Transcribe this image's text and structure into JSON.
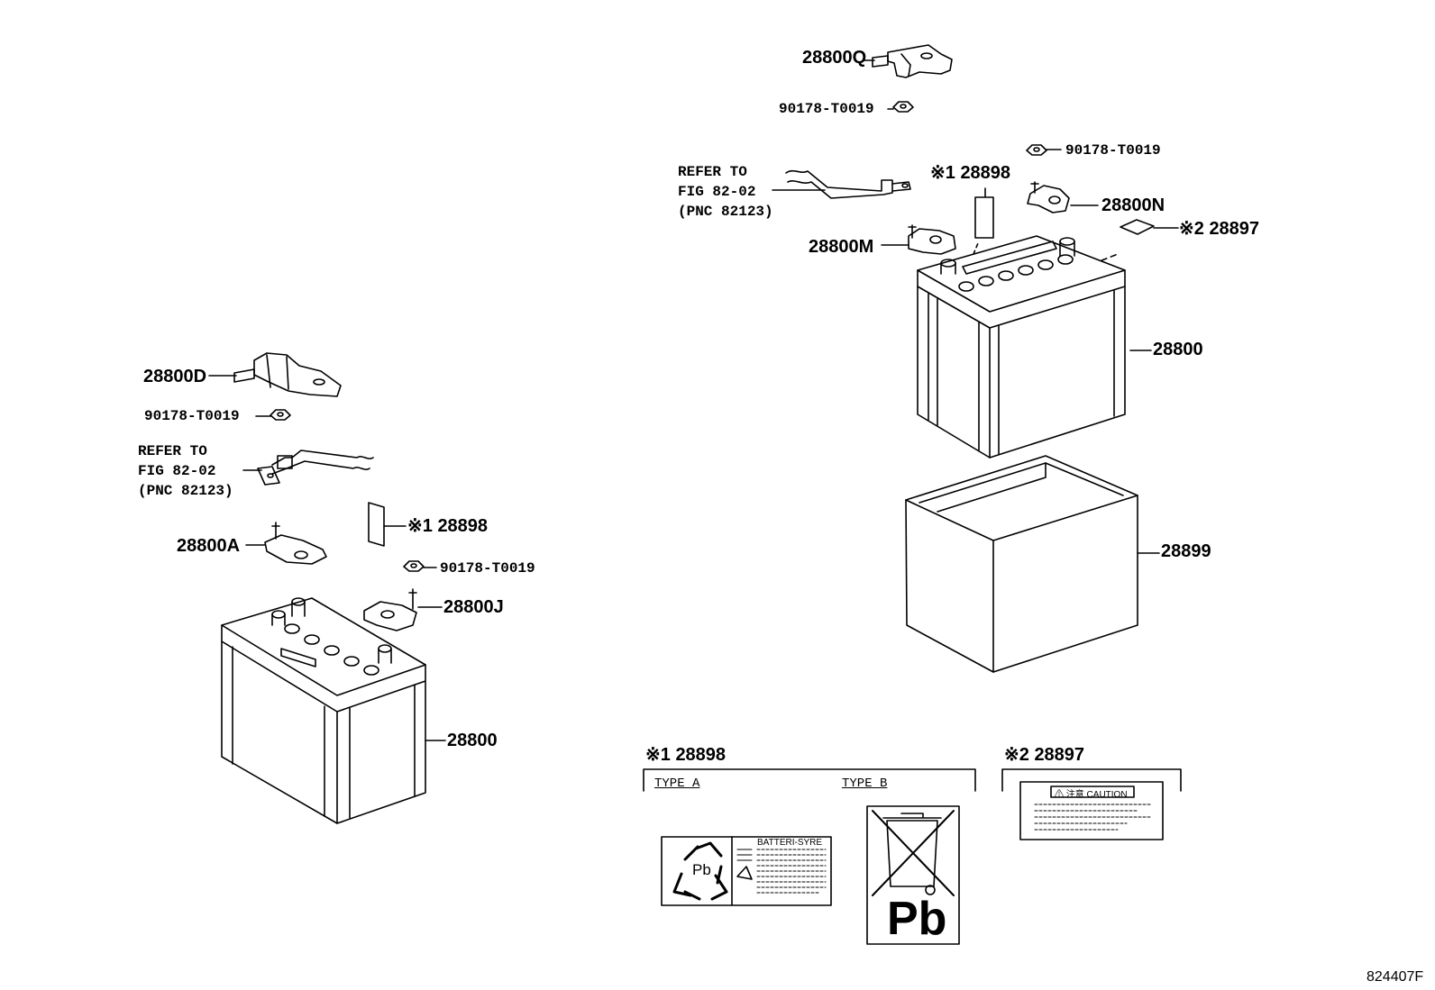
{
  "part_labels": {
    "q_cover": "28800Q",
    "nut_top": "90178-T0019",
    "nut_right": "90178-T0019",
    "n_clamp": "28800N",
    "m_clamp": "28800M",
    "label_1_right": "※1 28898",
    "label_2_right": "※2 28897",
    "battery_right": "28800",
    "tray": "28899",
    "d_cover": "28800D",
    "nut_left_top": "90178-T0019",
    "label_1_left": "※1 28898",
    "a_clamp": "28800A",
    "nut_left_mid": "90178-T0019",
    "j_clamp": "28800J",
    "battery_left": "28800"
  },
  "refer_notes": {
    "right": "REFER TO\nFIG 82-02\n(PNC 82123)",
    "left": "REFER TO\nFIG 82-02\n(PNC 82123)"
  },
  "detail_boxes": {
    "box1_title": "※1 28898",
    "type_a": "TYPE A",
    "type_b": "TYPE B",
    "recycle_center": "Pb",
    "battery_label_header": "BATTERI-SYRE",
    "pb_big": "Pb",
    "box2_title": "※2 28897",
    "caution": "⚠ 注意 CAUTION"
  },
  "figure_code": "824407F",
  "colors": {
    "ink": "#000000",
    "paper": "#ffffff"
  }
}
